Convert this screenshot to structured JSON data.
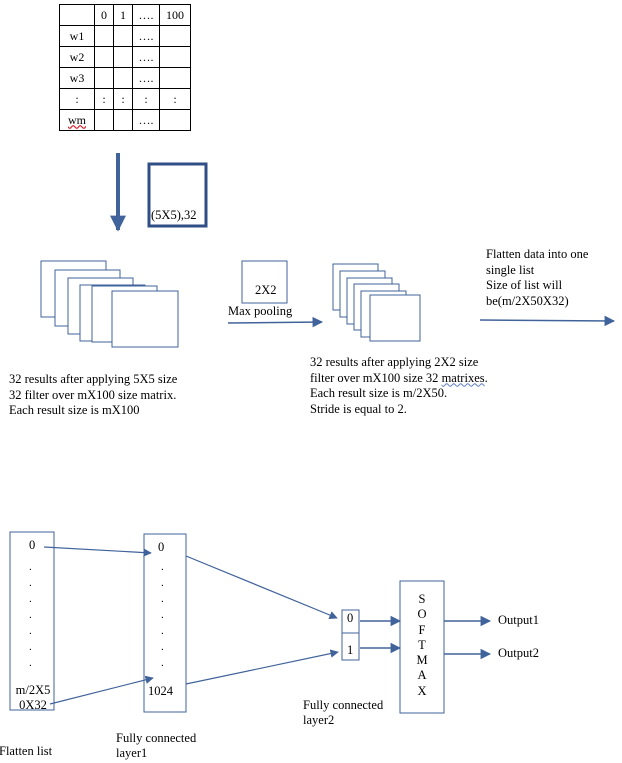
{
  "matrix": {
    "header": [
      "",
      "0",
      "1",
      "….",
      "100"
    ],
    "rows": [
      [
        "w1",
        "",
        "",
        "….",
        ""
      ],
      [
        "w2",
        "",
        "",
        "….",
        ""
      ],
      [
        "w3",
        "",
        "",
        "….",
        ""
      ],
      [
        ":",
        ":",
        ":",
        ":",
        ":"
      ],
      [
        "wm",
        "",
        "",
        "….",
        ""
      ]
    ]
  },
  "filter_label": "(5X5),32",
  "pool_label": "2X2",
  "max_pooling": "Max pooling",
  "flatten_note": "Flatten data into one\nsingle list\nSize of list will\nbe(m/2X50X32)",
  "conv_result_note": "32 results after applying 5X5 size\n32 filter over mX100 size matrix.\nEach result size is mX100",
  "pool_result_note": {
    "line1": "32 results after applying 2X2 size",
    "line2_main": "filter over mX100 size 32 ",
    "line2_wavy": "matrixes",
    "line2_end": ".",
    "line3": "Each result size is m/2X50.",
    "line4": "Stride is equal to 2."
  },
  "flatten_list": {
    "top": "0",
    "bottom": "m/2X5\n0X32",
    "caption": "Flatten list"
  },
  "fc1": {
    "top": "0",
    "bottom": "1024",
    "caption": "Fully connected\nlayer1"
  },
  "fc2": {
    "top": "0",
    "bottom": "1",
    "caption": "Fully connected\nlayer2"
  },
  "softmax_letters": [
    "S",
    "O",
    "F",
    "T",
    "M",
    "A",
    "X"
  ],
  "outputs": [
    "Output1",
    "Output2"
  ],
  "colors": {
    "arrow": "#41639b",
    "box": "#41639b"
  }
}
